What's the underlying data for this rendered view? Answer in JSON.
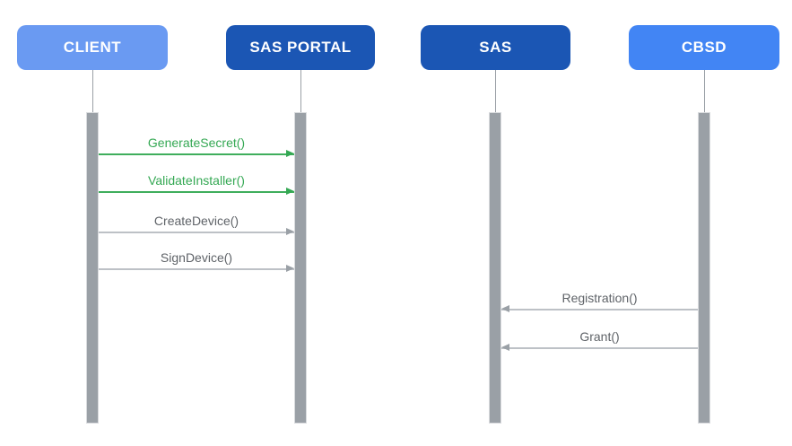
{
  "diagram": {
    "type": "sequence-diagram",
    "background_color": "#ffffff",
    "actors": [
      {
        "label": "CLIENT",
        "color": "#6a9af2",
        "text_color": "#ffffff"
      },
      {
        "label": "SAS PORTAL",
        "color": "#1b56b4",
        "text_color": "#ffffff"
      },
      {
        "label": "SAS",
        "color": "#1b56b4",
        "text_color": "#ffffff"
      },
      {
        "label": "CBSD",
        "color": "#4285f4",
        "text_color": "#ffffff"
      }
    ],
    "lifeline_color": "#9aa0a6",
    "activation_bar_color": "#9aa0a6",
    "messages": [
      {
        "label": "GenerateSecret()",
        "from": "CLIENT",
        "to": "SAS PORTAL",
        "direction": "right",
        "color": "#34a853",
        "style": "green"
      },
      {
        "label": "ValidateInstaller()",
        "from": "CLIENT",
        "to": "SAS PORTAL",
        "direction": "right",
        "color": "#34a853",
        "style": "green"
      },
      {
        "label": "CreateDevice()",
        "from": "CLIENT",
        "to": "SAS PORTAL",
        "direction": "right",
        "color": "#5f6368",
        "style": "gray"
      },
      {
        "label": "SignDevice()",
        "from": "CLIENT",
        "to": "SAS PORTAL",
        "direction": "right",
        "color": "#5f6368",
        "style": "gray"
      },
      {
        "label": "Registration()",
        "from": "CBSD",
        "to": "SAS",
        "direction": "left",
        "color": "#5f6368",
        "style": "gray"
      },
      {
        "label": "Grant()",
        "from": "CBSD",
        "to": "SAS",
        "direction": "left",
        "color": "#5f6368",
        "style": "gray"
      }
    ]
  }
}
